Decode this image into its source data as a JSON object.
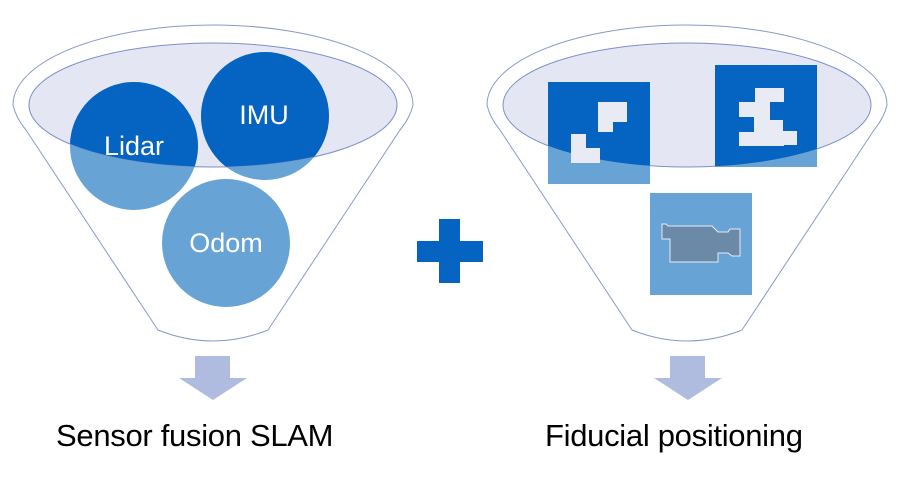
{
  "left_funnel": {
    "name": "sensor-fusion-funnel",
    "inputs": [
      {
        "label": "Lidar",
        "shade": "dark"
      },
      {
        "label": "IMU",
        "shade": "dark"
      },
      {
        "label": "Odom",
        "shade": "light"
      }
    ],
    "caption": "Sensor fusion SLAM"
  },
  "operator": {
    "symbol": "plus",
    "icon": "plus-icon"
  },
  "right_funnel": {
    "name": "fiducial-funnel",
    "inputs": [
      {
        "icon": "fiducial-marker-icon",
        "shade": "dark"
      },
      {
        "icon": "fiducial-marker-icon",
        "shade": "dark"
      },
      {
        "icon": "video-camera-icon",
        "shade": "light"
      }
    ],
    "caption": "Fiducial positioning"
  },
  "colors": {
    "dark_blue": "#0563c1",
    "light_blue": "#68a3d6",
    "funnel_fill": "#e4e7f3",
    "funnel_stroke": "#7f8fc8",
    "arrow": "#b0bcdf",
    "camera_fill": "#6a8aa8",
    "marker_white": "#e8eaf4"
  }
}
